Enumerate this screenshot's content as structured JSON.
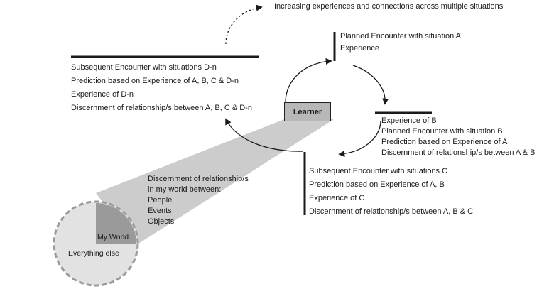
{
  "top_note": "Increasing experiences and connections across multiple situations",
  "learner": "Learner",
  "block_a": {
    "line1": "Planned Encounter with situation A",
    "line2": "Experience"
  },
  "block_b": {
    "line1": "Experience of B",
    "line2": "Planned Encounter with situation B",
    "line3": "Prediction based on Experience of  A",
    "line4": "Discernment of relationship/s between A & B"
  },
  "block_c": {
    "line1": "Subsequent Encounter with situations C",
    "line2": "Prediction based on Experience of  A, B",
    "line3": "Experience of  C",
    "line4": "Discernment of relationship/s between A, B &  C"
  },
  "block_d": {
    "line1": "Subsequent Encounter with situations D-n",
    "line2": "Prediction based on Experience of  A, B, C & D-n",
    "line3": "Experience of  D-n",
    "line4": "Discernment of relationship/s between A, B, C &  D-n"
  },
  "world_text": {
    "line1": "Discernment of relationship/s",
    "line2": "in my world between:",
    "line3": "People",
    "line4": "Events",
    "line5": "Objects"
  },
  "circle": {
    "my_world": "My World",
    "everything_else": "Everything else"
  },
  "colors": {
    "beam": "#cccccc",
    "circle_fill": "#e2e2e2",
    "wedge_fill": "#9a9a9a",
    "learner_fill": "#b8b8b8",
    "line": "#1a1a1a"
  }
}
